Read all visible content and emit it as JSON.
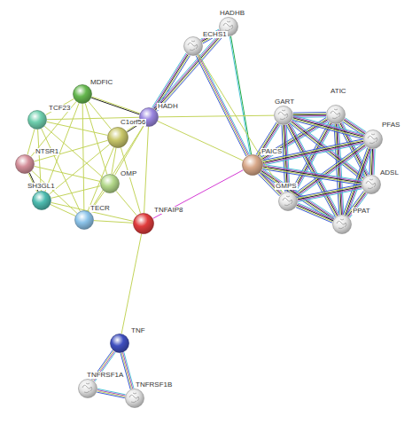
{
  "diagram": {
    "nodes": [
      {
        "text": [
          "HADHB"
        ]
      },
      {
        "text": [
          "ECHS1"
        ]
      },
      {
        "text": [
          "MDFIC"
        ]
      },
      {
        "text": [
          "TCF23"
        ]
      },
      {
        "text": [
          "HADH"
        ]
      },
      {
        "text": [
          "ATIC"
        ]
      },
      {
        "text": [
          "GART"
        ]
      },
      {
        "text": [
          "C1orf56"
        ]
      },
      {
        "text": [
          "PFAS"
        ]
      },
      {
        "text": [
          "NTSR1"
        ]
      },
      {
        "text": [
          "PAICS"
        ]
      },
      {
        "text": [
          "OMP"
        ]
      },
      {
        "text": [
          "ADSL"
        ]
      },
      {
        "text": [
          "SH3GL1"
        ]
      },
      {
        "text": [
          "GMPS"
        ]
      },
      {
        "text": [
          "TECR"
        ]
      },
      {
        "text": [
          "TNFAIP8"
        ]
      },
      {
        "text": [
          "PPAT"
        ]
      },
      {
        "text": [
          "TNF"
        ]
      },
      {
        "text": [
          "TNFRSF1A"
        ]
      },
      {
        "text": [
          "TNFRSF1B"
        ]
      }
    ],
    "edges": [
      {
        "from": 5,
        "to": 6,
        "arrow": "none"
      },
      {
        "from": 5,
        "to": 8,
        "arrow": "none"
      },
      {
        "from": 5,
        "to": 10,
        "arrow": "none"
      },
      {
        "from": 5,
        "to": 12,
        "arrow": "none"
      },
      {
        "from": 5,
        "to": 14,
        "arrow": "none"
      },
      {
        "from": 5,
        "to": 17,
        "arrow": "none"
      },
      {
        "from": 6,
        "to": 8,
        "arrow": "none"
      },
      {
        "from": 6,
        "to": 10,
        "arrow": "none"
      },
      {
        "from": 6,
        "to": 12,
        "arrow": "none"
      },
      {
        "from": 6,
        "to": 14,
        "arrow": "none"
      },
      {
        "from": 6,
        "to": 17,
        "arrow": "none"
      },
      {
        "from": 8,
        "to": 10,
        "arrow": "none"
      },
      {
        "from": 8,
        "to": 12,
        "arrow": "none"
      },
      {
        "from": 8,
        "to": 14,
        "arrow": "none"
      },
      {
        "from": 8,
        "to": 17,
        "arrow": "none"
      },
      {
        "from": 10,
        "to": 12,
        "arrow": "none"
      },
      {
        "from": 10,
        "to": 14,
        "arrow": "none"
      },
      {
        "from": 10,
        "to": 17,
        "arrow": "none"
      },
      {
        "from": 12,
        "to": 14,
        "arrow": "none"
      },
      {
        "from": 12,
        "to": 17,
        "arrow": "none"
      },
      {
        "from": 14,
        "to": 17,
        "arrow": "none"
      },
      {
        "from": 2,
        "to": 3,
        "arrow": "none"
      },
      {
        "from": 2,
        "to": 7,
        "arrow": "none"
      },
      {
        "from": 2,
        "to": 9,
        "arrow": "none"
      },
      {
        "from": 2,
        "to": 11,
        "arrow": "none"
      },
      {
        "from": 2,
        "to": 13,
        "arrow": "none"
      },
      {
        "from": 2,
        "to": 15,
        "arrow": "none"
      },
      {
        "from": 3,
        "to": 7,
        "arrow": "none"
      },
      {
        "from": 3,
        "to": 9,
        "arrow": "none"
      },
      {
        "from": 3,
        "to": 11,
        "arrow": "none"
      },
      {
        "from": 3,
        "to": 13,
        "arrow": "none"
      },
      {
        "from": 3,
        "to": 15,
        "arrow": "none"
      },
      {
        "from": 7,
        "to": 9,
        "arrow": "none"
      },
      {
        "from": 7,
        "to": 11,
        "arrow": "none"
      },
      {
        "from": 7,
        "to": 13,
        "arrow": "none"
      },
      {
        "from": 7,
        "to": 15,
        "arrow": "none"
      },
      {
        "from": 9,
        "to": 11,
        "arrow": "none"
      },
      {
        "from": 9,
        "to": 13,
        "arrow": "none"
      },
      {
        "from": 9,
        "to": 15,
        "arrow": "none"
      },
      {
        "from": 11,
        "to": 13,
        "arrow": "none"
      },
      {
        "from": 11,
        "to": 15,
        "arrow": "none"
      },
      {
        "from": 13,
        "to": 15,
        "arrow": "none"
      },
      {
        "from": 4,
        "to": 2,
        "arrow": "none"
      },
      {
        "from": 4,
        "to": 7,
        "arrow": "none"
      },
      {
        "from": 4,
        "to": 11,
        "arrow": "none"
      },
      {
        "from": 4,
        "to": 15,
        "arrow": "none"
      },
      {
        "from": 4,
        "to": 3,
        "arrow": "none"
      },
      {
        "from": 4,
        "to": 16,
        "arrow": "none"
      },
      {
        "from": 16,
        "to": 7,
        "arrow": "none"
      },
      {
        "from": 16,
        "to": 11,
        "arrow": "none"
      },
      {
        "from": 16,
        "to": 15,
        "arrow": "none"
      },
      {
        "from": 16,
        "to": 13,
        "arrow": "none"
      },
      {
        "from": 4,
        "to": 1,
        "arrow": "none"
      },
      {
        "from": 4,
        "to": 0,
        "arrow": "none"
      },
      {
        "from": 1,
        "to": 0,
        "arrow": "none"
      },
      {
        "from": 1,
        "to": 10,
        "arrow": "none"
      },
      {
        "from": 0,
        "to": 10,
        "arrow": "none"
      },
      {
        "from": 4,
        "to": 10,
        "arrow": "none"
      },
      {
        "from": 4,
        "to": 6,
        "arrow": "none"
      },
      {
        "from": 1,
        "to": 14,
        "arrow": "none"
      },
      {
        "from": 16,
        "to": 10,
        "arrow": "none"
      },
      {
        "from": 16,
        "to": 18,
        "arrow": "none"
      },
      {
        "from": 18,
        "to": 19,
        "arrow": "none"
      },
      {
        "from": 18,
        "to": 20,
        "arrow": "none"
      },
      {
        "from": 19,
        "to": 20,
        "arrow": "none"
      }
    ]
  }
}
